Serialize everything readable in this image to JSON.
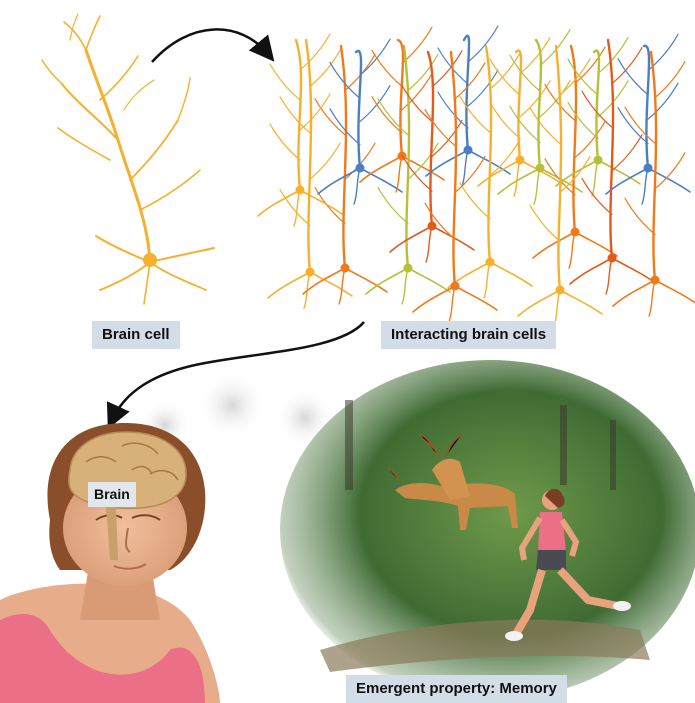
{
  "labels": {
    "brain_cell": "Brain cell",
    "interacting_brain_cells": "Interacting brain cells",
    "brain": "Brain",
    "emergent_property": "Emergent property: Memory"
  },
  "colors": {
    "neuron_yellow": "#f6b02e",
    "neuron_orange": "#f07a1a",
    "neuron_red": "#e25a1c",
    "neuron_blue": "#4a7fc4",
    "neuron_green": "#b7bf3a",
    "label_background": "#d3dde8",
    "arrow": "#111111",
    "forest_green": "#4f7a3a",
    "skin": "#e4a882",
    "hair": "#8a4e2a",
    "shirt": "#ec6f88"
  }
}
